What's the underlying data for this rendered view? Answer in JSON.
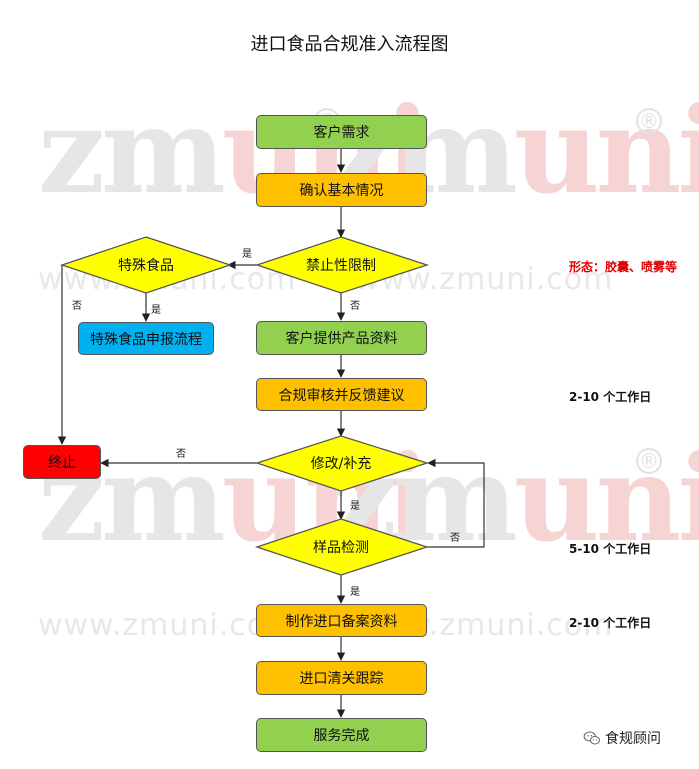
{
  "title": "进口食品合规准入流程图",
  "watermark": {
    "word_a": "zm",
    "word_b": "uni",
    "reg": "®",
    "url": "www.zmuni.com"
  },
  "nodes": {
    "customer_demand": "客户需求",
    "confirm_info": "确认基本情况",
    "prohibited": "禁止性限制",
    "special_food": "特殊食品",
    "special_process": "特殊食品申报流程",
    "provide_info": "客户提供产品资料",
    "review": "合规审核并反馈建议",
    "terminate": "终止",
    "revise": "修改/补充",
    "sample_test": "样品检测",
    "prepare_docs": "制作进口备案资料",
    "customs": "进口清关跟踪",
    "done": "服务完成"
  },
  "edges": {
    "yes": "是",
    "no": "否"
  },
  "notes": {
    "form": "形态：胶囊、喷雾等",
    "review_days": "2-10 个工作日",
    "test_days": "5-10 个工作日",
    "docs_days": "2-10 个工作日"
  },
  "colors": {
    "start_end": "#92d050",
    "process": "#ffc000",
    "decision": "#ffff00",
    "special": "#00b0f0",
    "terminate": "#ff0000",
    "note_red": "#e00000"
  },
  "brand": {
    "icon": "wechat-icon",
    "name": "食规顾问"
  }
}
